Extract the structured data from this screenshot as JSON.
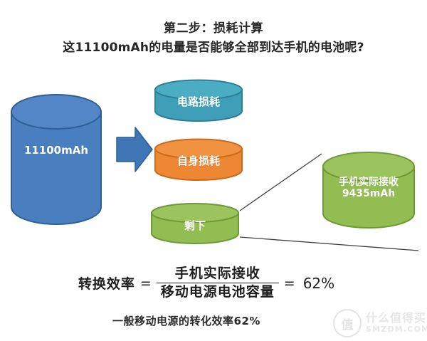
{
  "title": {
    "line1": "第二步：损耗计算",
    "line2": "这11100mAh的电量是否能够全部到达手机的电池呢?"
  },
  "diagram": {
    "source_cylinder": {
      "label": "11100mAh",
      "color": "#4a7fbf",
      "top_color": "#5a8fd0",
      "stroke": "#2e5f96"
    },
    "loss_cylinders": [
      {
        "name": "circuit-loss",
        "label": "电路损耗",
        "color": "#3f9fb8",
        "top_color": "#4fb2c9",
        "stroke": "#2d7f96"
      },
      {
        "name": "self-loss",
        "label": "自身损耗",
        "color": "#ed8733",
        "top_color": "#f29a4e",
        "stroke": "#c96a1d"
      },
      {
        "name": "remaining",
        "label": "剩下",
        "color": "#91bd53",
        "top_color": "#a3cb68",
        "stroke": "#6e9a34"
      }
    ],
    "result_cylinder": {
      "label_line1": "手机实际接收",
      "label_line2": "9435mAh",
      "color": "#91bd53",
      "top_color": "#a3cb68",
      "stroke": "#6e9a34"
    },
    "arrow": {
      "name": "flow-arrow",
      "color": "#3f76b5",
      "stroke": "#2e5f96"
    },
    "connector_color": "#3f3f3f"
  },
  "formula": {
    "lhs": "转换效率",
    "equals": "=",
    "numerator": "手机实际接收",
    "denominator": "移动电源电池容量",
    "equals2": "=",
    "result": "62%"
  },
  "caption": "一般移动电源的转化效率62%",
  "watermark": {
    "badge_glyph": "值",
    "brand": "什么值得买",
    "site": "SMZDM.COM"
  }
}
